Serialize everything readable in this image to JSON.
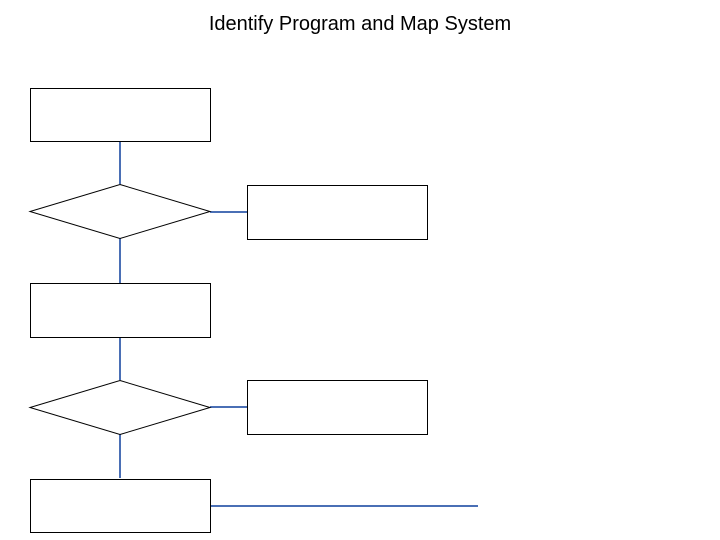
{
  "title": "Identify Program and Map System",
  "colors": {
    "connector": "#4a6fb5",
    "shape_stroke": "#000000",
    "shape_fill": "#ffffff",
    "background": "#ffffff"
  },
  "nodes": [
    {
      "id": "process-1",
      "shape": "rectangle",
      "label": ""
    },
    {
      "id": "decision-1",
      "shape": "diamond",
      "label": ""
    },
    {
      "id": "side-1",
      "shape": "rectangle",
      "label": ""
    },
    {
      "id": "process-2",
      "shape": "rectangle",
      "label": ""
    },
    {
      "id": "decision-2",
      "shape": "diamond",
      "label": ""
    },
    {
      "id": "side-2",
      "shape": "rectangle",
      "label": ""
    },
    {
      "id": "process-3",
      "shape": "rectangle",
      "label": ""
    }
  ],
  "edges": [
    {
      "from": "process-1",
      "to": "decision-1"
    },
    {
      "from": "decision-1",
      "to": "side-1"
    },
    {
      "from": "decision-1",
      "to": "process-2"
    },
    {
      "from": "process-2",
      "to": "decision-2"
    },
    {
      "from": "decision-2",
      "to": "side-2"
    },
    {
      "from": "decision-2",
      "to": "process-3"
    },
    {
      "from": "process-3",
      "to": "open-end"
    }
  ]
}
